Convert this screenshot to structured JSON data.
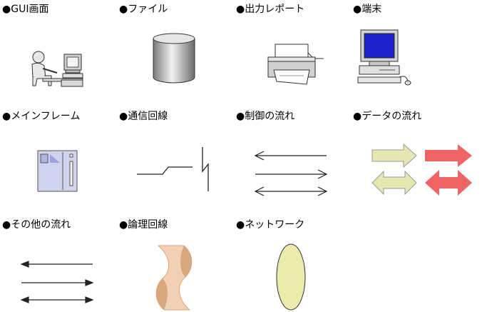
{
  "legend": {
    "bullet": "●",
    "items": [
      {
        "label": "GUI画面",
        "icon": "gui-screen-icon"
      },
      {
        "label": "ファイル",
        "icon": "file-cylinder-icon"
      },
      {
        "label": "出力レポート",
        "icon": "printer-report-icon"
      },
      {
        "label": "端末",
        "icon": "terminal-computer-icon"
      },
      {
        "label": "メインフレーム",
        "icon": "mainframe-icon"
      },
      {
        "label": "通信回線",
        "icon": "communication-line-icon"
      },
      {
        "label": "制御の流れ",
        "icon": "control-flow-arrows-icon"
      },
      {
        "label": "データの流れ",
        "icon": "data-flow-arrows-icon"
      },
      {
        "label": "その他の流れ",
        "icon": "other-flow-arrows-icon"
      },
      {
        "label": "論理回線",
        "icon": "logical-line-icon"
      },
      {
        "label": "ネットワーク",
        "icon": "network-ellipse-icon"
      }
    ]
  },
  "colors": {
    "data_flow_light": "#e6e6b0",
    "data_flow_red": "#f06464",
    "logical_line_fill": "#f2d0b6",
    "logical_line_shade": "#d9a77e",
    "network_fill": "#ecebac",
    "mainframe_fill": "#cfd4ee",
    "terminal_screen": "#1a24c8"
  }
}
